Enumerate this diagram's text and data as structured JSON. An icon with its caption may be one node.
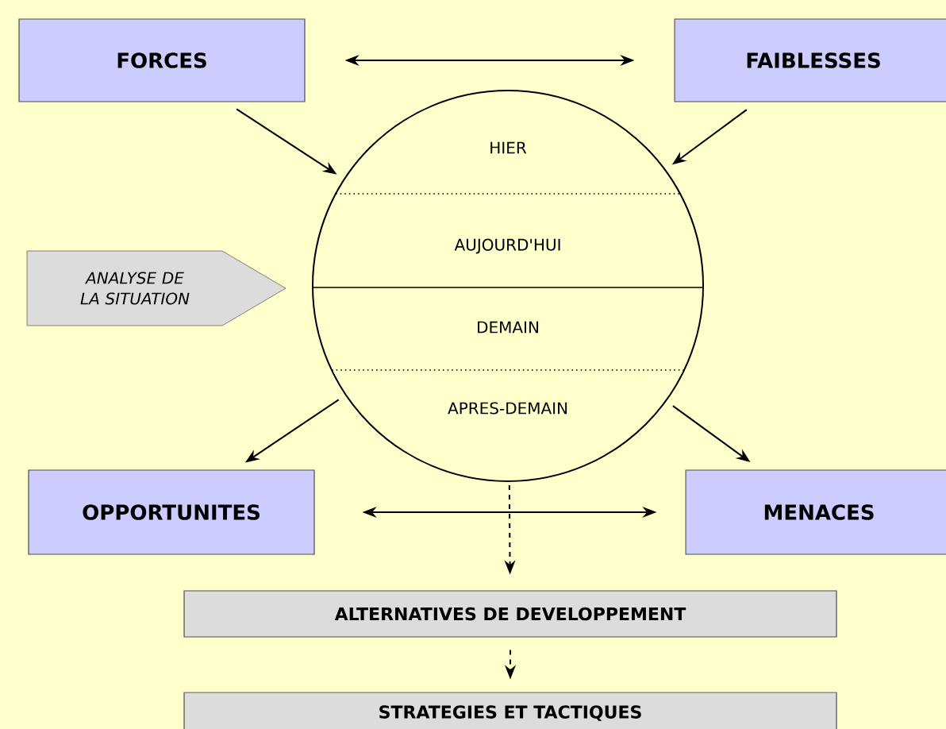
{
  "diagram": {
    "nodes": [
      {
        "text": [
          "FORCES"
        ]
      },
      {
        "text": [
          "FAIBLESSES"
        ]
      },
      {
        "text": [
          "HIER",
          "AUJOURD'HUI",
          "DEMAIN",
          "APRES-DEMAIN"
        ]
      },
      {
        "text": [
          "ANALYSE DE LA SITUATION"
        ]
      },
      {
        "text": [
          "OPPORTUNITES"
        ]
      },
      {
        "text": [
          "MENACES"
        ]
      },
      {
        "text": [
          "ALTERNATIVES DE DEVELOPPEMENT"
        ]
      },
      {
        "text": [
          "STRATEGIES ET TACTIQUES"
        ]
      }
    ],
    "edges": [
      {
        "from": 0,
        "to": 1,
        "arrow": "both"
      },
      {
        "from": 0,
        "to": 2,
        "arrow": "to"
      },
      {
        "from": 1,
        "to": 2,
        "arrow": "to"
      },
      {
        "from": 2,
        "to": 4,
        "arrow": "to"
      },
      {
        "from": 2,
        "to": 5,
        "arrow": "to"
      },
      {
        "from": 4,
        "to": 5,
        "arrow": "both"
      },
      {
        "from": 2,
        "to": 6,
        "arrow": "to",
        "style": "dashed"
      },
      {
        "from": 6,
        "to": 7,
        "arrow": "to",
        "style": "dashed"
      }
    ]
  }
}
